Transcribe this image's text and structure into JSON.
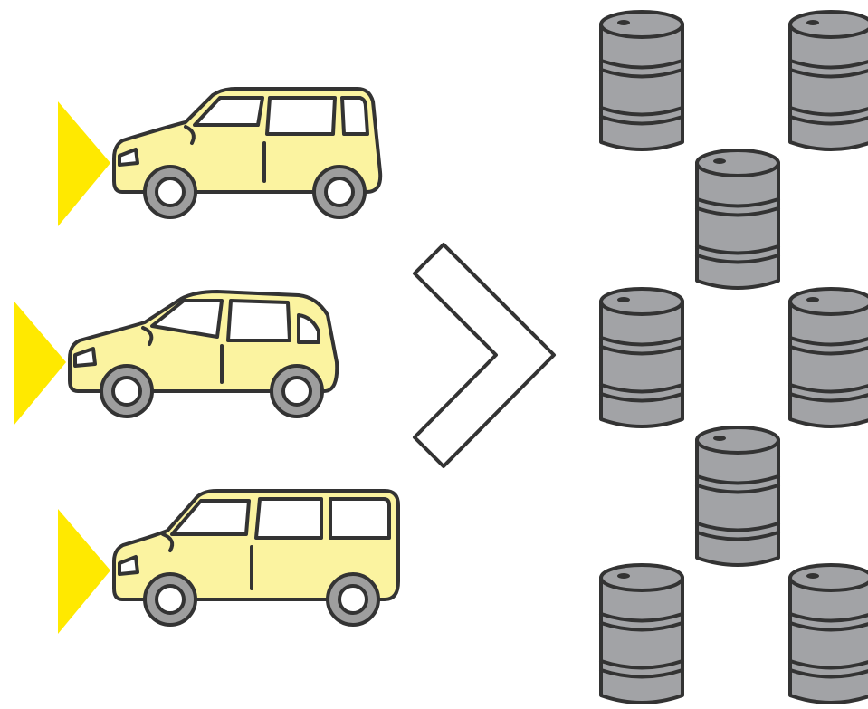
{
  "illustration": {
    "cars": [
      {
        "kind": "compact-tall-car"
      },
      {
        "kind": "hatchback-car"
      },
      {
        "kind": "minivan"
      }
    ],
    "barrel_count": 8,
    "comparison": "greater-than"
  },
  "colors": {
    "car_body": "#FBF3A0",
    "headlight_beam": "#FFE900",
    "outline": "#333333",
    "wheel": "#9E9E9E",
    "barrel": "#A2A3A6",
    "background": "#FFFFFF"
  }
}
